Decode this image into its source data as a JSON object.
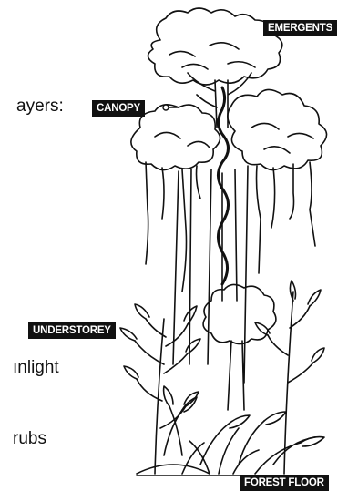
{
  "fragments": {
    "layers": "ayers:",
    "sunlight": "ınlight",
    "shrubs": "rubs"
  },
  "labels": {
    "emergents": "EMERGENTS",
    "canopy": "CANOPY",
    "understorey": "UNDERSTOREY",
    "forest_floor": "FOREST FLOOR"
  },
  "colors": {
    "ink": "#111111",
    "paper": "#ffffff"
  }
}
